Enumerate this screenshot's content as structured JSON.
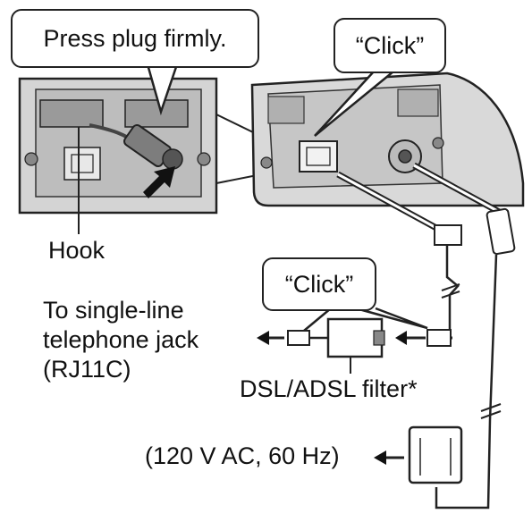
{
  "callouts": {
    "press_plug": "Press plug firmly.",
    "click_top": "“Click”",
    "click_mid": "“Click”"
  },
  "labels": {
    "hook": "Hook",
    "jack_line1": "To single-line",
    "jack_line2": "telephone jack",
    "jack_line3": "(RJ11C)",
    "filter": "DSL/ADSL filter*",
    "power": "(120 V AC, 60 Hz)"
  },
  "colors": {
    "line": "#222222",
    "body_fill": "#d9d9d9",
    "panel_fill": "#c4c4c4",
    "dark_fill": "#7a7a7a"
  }
}
